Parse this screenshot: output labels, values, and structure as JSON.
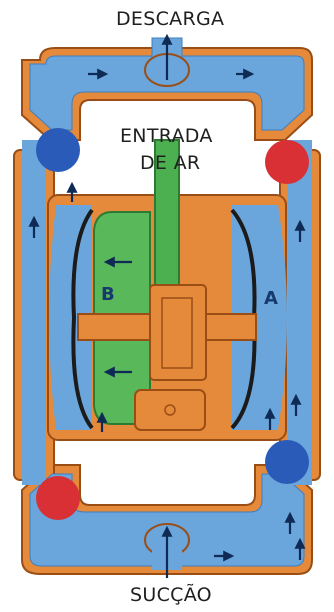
{
  "labels": {
    "outlet": "DESCARGA",
    "air_inlet_line1": "ENTRADA",
    "air_inlet_line2": "DE AR",
    "inlet": "SUCÇÃO",
    "chamber_left": "B",
    "chamber_right": "A"
  },
  "colors": {
    "fluid": "#6aa6dc",
    "fluid_dark": "#3c7fc2",
    "housing": "#e58a3a",
    "housing_outline": "#9a4e16",
    "air_chamber": "#58b85a",
    "air_stem": "#4caf50",
    "ball_open": "#2a5bb8",
    "ball_closed": "#d93036",
    "arrow": "#0e2a55"
  },
  "icons": [
    "flow-arrow-icon",
    "valve-ball-icon"
  ]
}
